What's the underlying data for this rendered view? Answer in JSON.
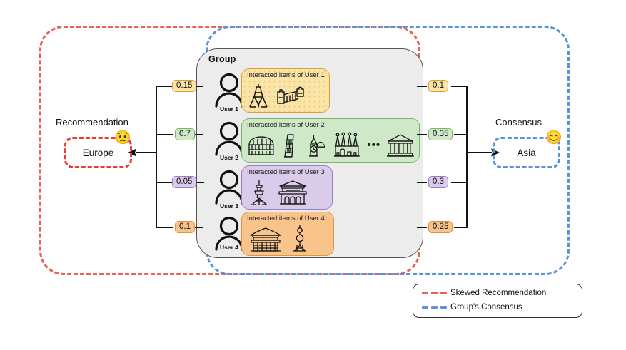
{
  "frames": {
    "skewed": {
      "color": "#e8625a"
    },
    "consensus": {
      "color": "#5b94d6"
    }
  },
  "group": {
    "label": "Group",
    "users": [
      {
        "name": "User 1",
        "caption": "Interacted items of User 1",
        "theme": "yellow",
        "icons": [
          "eiffel-tower-icon",
          "great-wall-icon"
        ],
        "left_weight": "0.15",
        "right_weight": "0.1",
        "left_badge_theme": "yellow",
        "right_badge_theme": "yellow"
      },
      {
        "name": "User 2",
        "caption": "Interacted items of User 2",
        "theme": "green",
        "icons": [
          "colosseum-icon",
          "leaning-tower-of-pisa-icon",
          "big-ben-icon",
          "sagrada-familia-icon",
          "ellipsis",
          "parthenon-icon"
        ],
        "left_weight": "0.7",
        "right_weight": "0.35",
        "left_badge_theme": "green",
        "right_badge_theme": "green"
      },
      {
        "name": "User 3",
        "caption": "Interacted items of User 3",
        "theme": "purple",
        "icons": [
          "n-seoul-tower-icon",
          "gyeongbokgung-gate-icon"
        ],
        "left_weight": "0.05",
        "right_weight": "0.3",
        "left_badge_theme": "purple",
        "right_badge_theme": "purple"
      },
      {
        "name": "User 4",
        "caption": "Interacted items of User 4",
        "theme": "orange",
        "icons": [
          "chinese-temple-icon",
          "oriental-pearl-tower-icon"
        ],
        "left_weight": "0.1",
        "right_weight": "0.25",
        "left_badge_theme": "orange",
        "right_badge_theme": "orange"
      }
    ]
  },
  "left_terminal": {
    "caption": "Recommendation",
    "value": "Europe",
    "emoji": "😟",
    "emoji_name": "worried-face-emoji",
    "border_color": "#ec3a2e"
  },
  "right_terminal": {
    "caption": "Consensus",
    "value": "Asia",
    "emoji": "😊",
    "emoji_name": "smiling-face-emoji",
    "border_color": "#5b94d6"
  },
  "legend": {
    "items": [
      {
        "label": "Skewed Recommendation",
        "color": "#e8625a"
      },
      {
        "label": "Group's Consensus",
        "color": "#5b94d6"
      }
    ]
  },
  "ellipsis_glyph": "•••"
}
